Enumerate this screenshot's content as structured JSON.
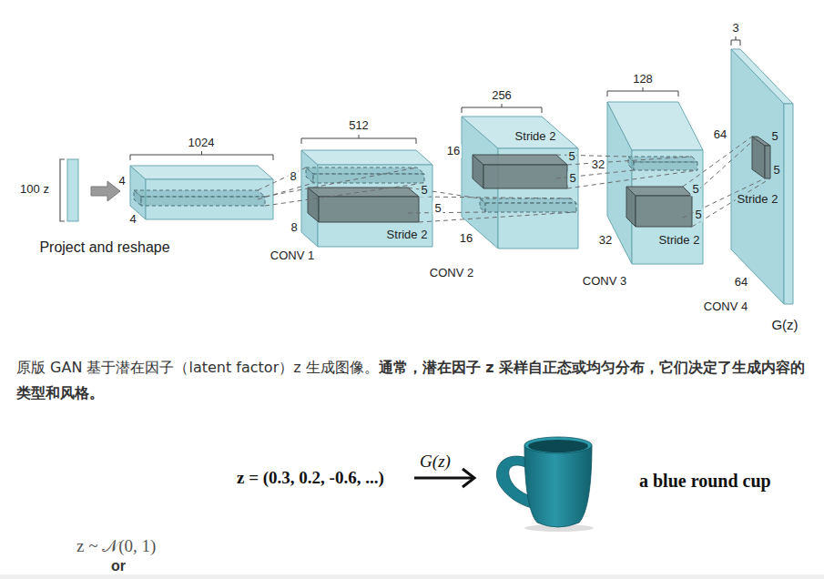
{
  "diagram": {
    "labels": [
      "100 z",
      "Project and reshape",
      "1024",
      "4",
      "4",
      "CONV 1",
      "512",
      "8",
      "5",
      "5",
      "8",
      "Stride 2",
      "256",
      "16",
      "Stride 2",
      "5",
      "5",
      "16",
      "CONV 2",
      "128",
      "32",
      "5",
      "5",
      "Stride 2",
      "32",
      "CONV 3",
      "3",
      "64",
      "5",
      "5",
      "Stride 2",
      "64",
      "CONV 4",
      "G(z)",
      "原版 GAN 基于潜在因子（latent factor）z 生成图像。",
      "通常，潜在因子 z 采样自正态或均匀分布，它们决定了生成内容的类型和风格。",
      "z = (0.3, 0.2, -0.6, ...)",
      "G(z)",
      "a blue round cup",
      "z ~ 𝒩(0, 1)",
      "or"
    ]
  }
}
